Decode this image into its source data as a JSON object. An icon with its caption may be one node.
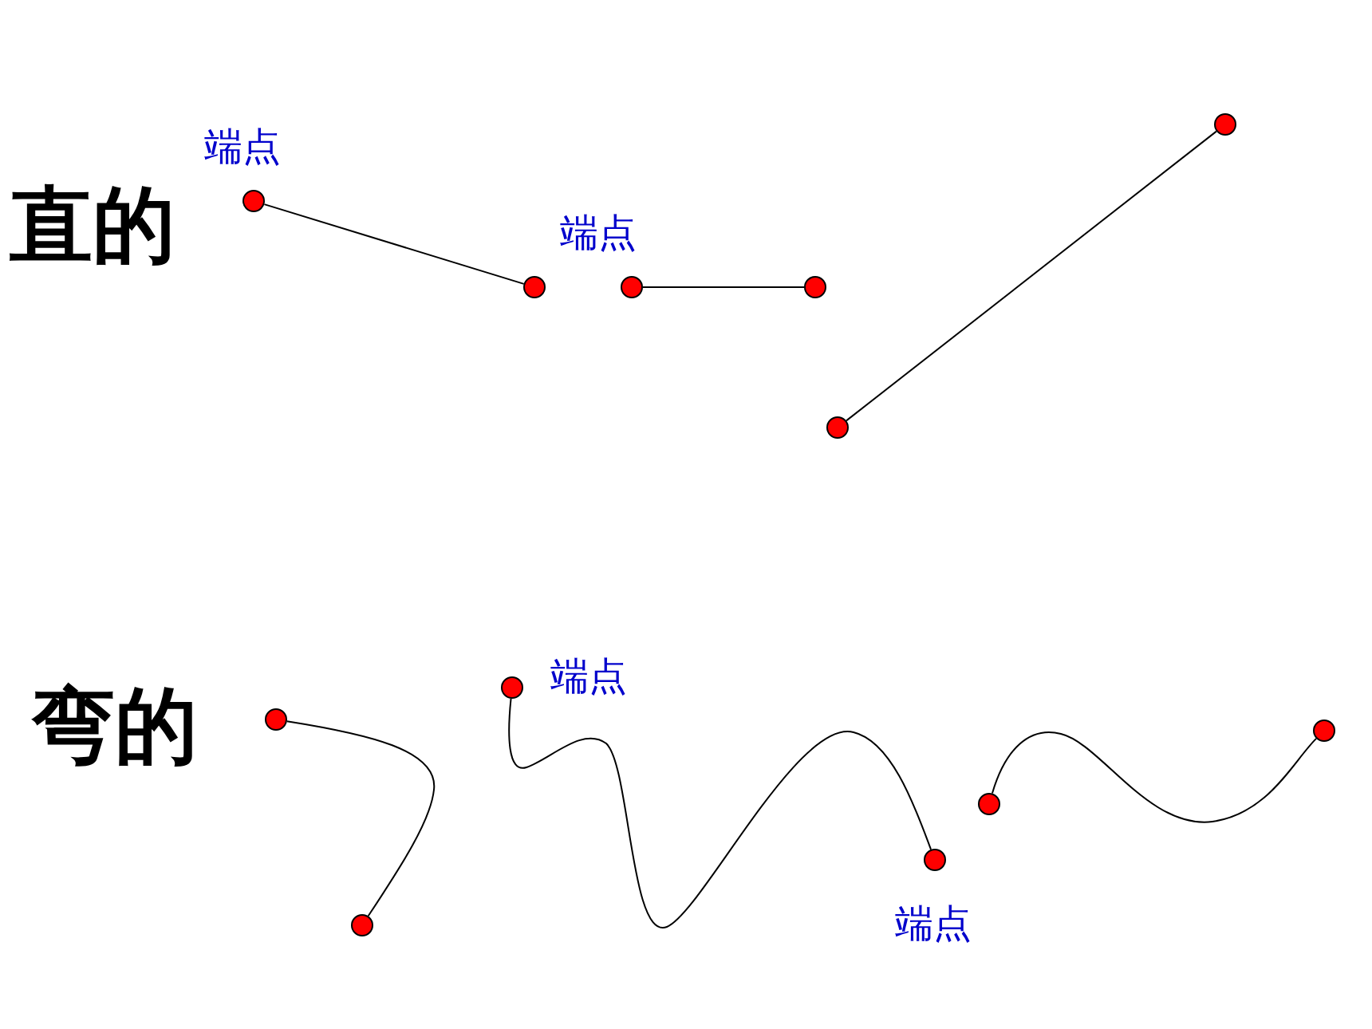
{
  "diagram": {
    "nodes": [
      {
        "text": [],
        "shape": "circle",
        "beside": [
          "端点"
        ]
      },
      {
        "text": [],
        "shape": "circle"
      },
      {
        "text": [],
        "shape": "circle",
        "beside": [
          "端点"
        ]
      },
      {
        "text": [],
        "shape": "circle"
      },
      {
        "text": [],
        "shape": "circle"
      },
      {
        "text": [],
        "shape": "circle"
      },
      {
        "text": [],
        "shape": "circle"
      },
      {
        "text": [],
        "shape": "circle"
      },
      {
        "text": [],
        "shape": "circle",
        "beside": [
          "端点"
        ]
      },
      {
        "text": [],
        "shape": "circle",
        "beside": [
          "端点"
        ]
      },
      {
        "text": [],
        "shape": "circle"
      },
      {
        "text": [],
        "shape": "circle"
      }
    ],
    "edges": [
      {
        "from": 0,
        "to": 1,
        "arrow": "none"
      },
      {
        "from": 2,
        "to": 3,
        "arrow": "none"
      },
      {
        "from": 5,
        "to": 4,
        "arrow": "none"
      },
      {
        "from": 6,
        "to": 7,
        "arrow": "none"
      },
      {
        "from": 8,
        "to": 9,
        "arrow": "none"
      },
      {
        "from": 10,
        "to": 11,
        "arrow": "none"
      }
    ],
    "labels": [
      "直的",
      "弯的"
    ]
  }
}
